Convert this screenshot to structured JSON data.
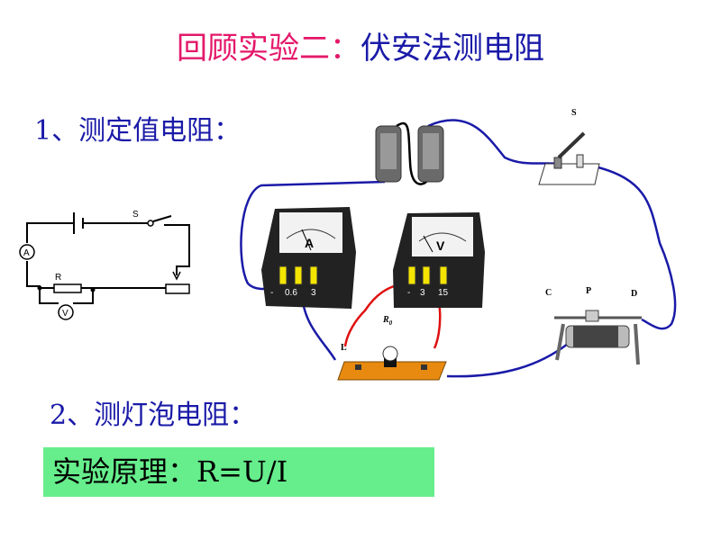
{
  "title": {
    "part1": "回顾实验二：",
    "part2": "伏安法测电阻"
  },
  "items": [
    "1、测定值电阻：",
    "2、测灯泡电阻："
  ],
  "principle": "实验原理：R=U/I",
  "schematic": {
    "switch": "S",
    "resistor": "R",
    "ammeter": "A",
    "voltmeter": "V"
  },
  "apparatus": {
    "switch": "S",
    "rheostat_c": "C",
    "rheostat_p": "P",
    "rheostat_d": "D",
    "resistor": "R",
    "resistor_sub": "0",
    "lamp": "L",
    "ammeter": "A",
    "ammeter_terminals": [
      "-",
      "0.6",
      "3"
    ],
    "voltmeter": "V",
    "voltmeter_terminals": [
      "-",
      "3",
      "15"
    ]
  },
  "colors": {
    "title_pink": "#e4186a",
    "blue": "#1a1aa8",
    "box": "#66ee8c"
  }
}
